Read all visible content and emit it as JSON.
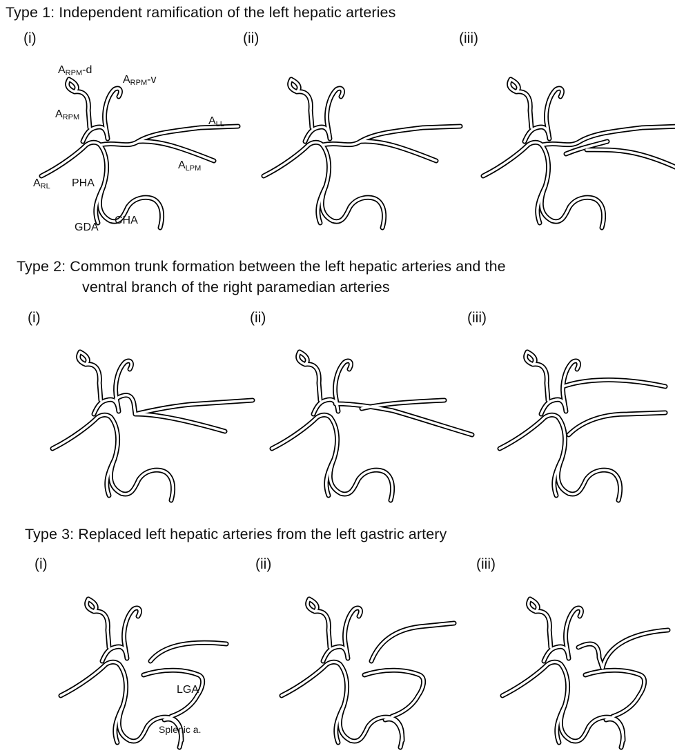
{
  "types": [
    {
      "title": "Type 1: Independent ramification of the left hepatic arteries",
      "variants": [
        "(i)",
        "(ii)",
        "(iii)"
      ]
    },
    {
      "title": "Type 2: Common trunk formation between the left hepatic arteries and the",
      "title_line2": "ventral branch of  the right paramedian arteries",
      "variants": [
        "(i)",
        "(ii)",
        "(iii)"
      ]
    },
    {
      "title": "Type 3: Replaced left hepatic arteries from the left gastric artery",
      "variants": [
        "(i)",
        "(ii)",
        "(iii)"
      ]
    }
  ],
  "labels": {
    "arpm_d": {
      "main": "A",
      "sub": "RPM",
      "suffix": "-d"
    },
    "arpm_v": {
      "main": "A",
      "sub": "RPM",
      "suffix": "-v"
    },
    "arpm": {
      "main": "A",
      "sub": "RPM"
    },
    "all": {
      "main": "A",
      "sub": "LL"
    },
    "alpm": {
      "main": "A",
      "sub": "LPM"
    },
    "arl": {
      "main": "A",
      "sub": "RL"
    },
    "pha": "PHA",
    "gda": "GDA",
    "cha": "CHA",
    "lga": "LGA",
    "splenic": "Splenic a."
  }
}
